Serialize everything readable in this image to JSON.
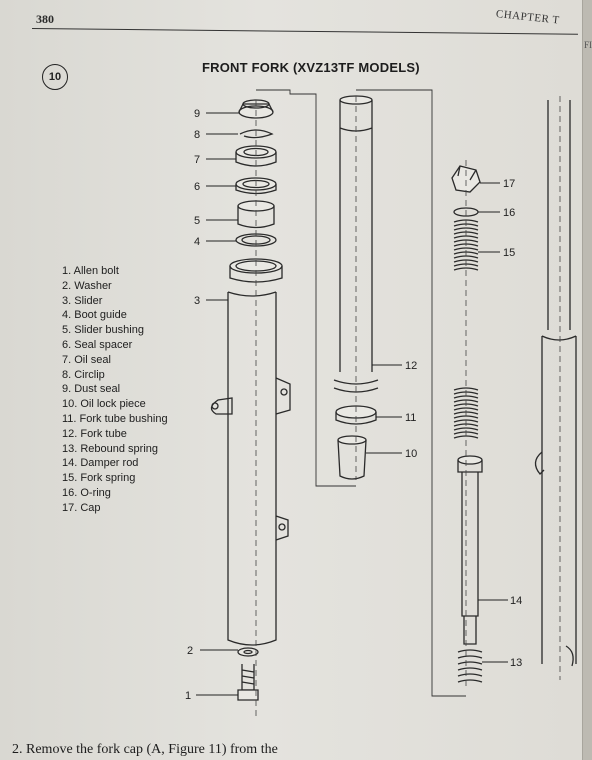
{
  "header": {
    "page_number": "380",
    "chapter": "CHAPTER T"
  },
  "figure": {
    "number": "10",
    "title": "FRONT FORK (XVZ13TF MODELS)",
    "legend": [
      "1. Allen bolt",
      "2. Washer",
      "3. Slider",
      "4. Boot guide",
      "5. Slider bushing",
      "6. Seal spacer",
      "7. Oil seal",
      "8. Circlip",
      "9. Dust seal",
      "10. Oil lock piece",
      "11. Fork tube bushing",
      "12. Fork tube",
      "13. Rebound spring",
      "14. Damper rod",
      "15. Fork spring",
      "16. O-ring",
      "17. Cap"
    ],
    "callouts": {
      "c1": "1",
      "c2": "2",
      "c3": "3",
      "c4": "4",
      "c5": "5",
      "c6": "6",
      "c7": "7",
      "c8": "8",
      "c9": "9",
      "c10": "10",
      "c11": "11",
      "c12": "12",
      "c13": "13",
      "c14": "14",
      "c15": "15",
      "c16": "16",
      "c17": "17"
    }
  },
  "body_text": "2. Remove the fork cap (A, Figure 11) from the",
  "edge_text": "FI"
}
